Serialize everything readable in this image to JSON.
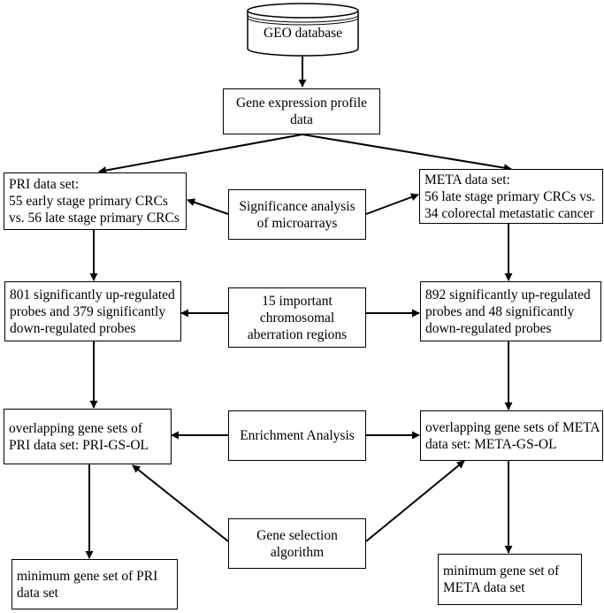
{
  "diagram": {
    "database": {
      "label": "GEO database"
    },
    "nodes": {
      "gene_expression": {
        "lines": [
          "Gene expression profile",
          "data"
        ]
      },
      "pri_data_set": {
        "lines": [
          "PRI data set:",
          "55 early stage primary CRCs",
          "vs. 56 late stage primary CRCs"
        ]
      },
      "meta_data_set": {
        "lines": [
          "META data set:",
          "56 late stage primary CRCs vs.",
          "34 colorectal metastatic cancer"
        ]
      },
      "sam": {
        "lines": [
          "Significance analysis",
          "of microarrays"
        ]
      },
      "pri_probes": {
        "lines": [
          "801 significantly up-regulated",
          "probes and 379 significantly",
          "down-regulated probes"
        ]
      },
      "meta_probes": {
        "lines": [
          "892 significantly up-regulated",
          "probes and 48 significantly",
          "down-regulated probes"
        ]
      },
      "aberration": {
        "lines": [
          "15 important",
          "chromosomal",
          "aberration regions"
        ]
      },
      "pri_gs_ol": {
        "lines": [
          "overlapping gene sets of",
          "PRI data set: PRI-GS-OL"
        ]
      },
      "meta_gs_ol": {
        "lines": [
          "overlapping gene sets of META",
          "data set: META-GS-OL"
        ]
      },
      "enrichment": {
        "lines": [
          "Enrichment Analysis"
        ]
      },
      "gene_selection": {
        "lines": [
          "Gene selection",
          "algorithm"
        ]
      },
      "pri_min": {
        "lines": [
          "minimum gene set of PRI",
          "data set"
        ]
      },
      "meta_min": {
        "lines": [
          "minimum gene set of",
          "META data set"
        ]
      }
    }
  }
}
